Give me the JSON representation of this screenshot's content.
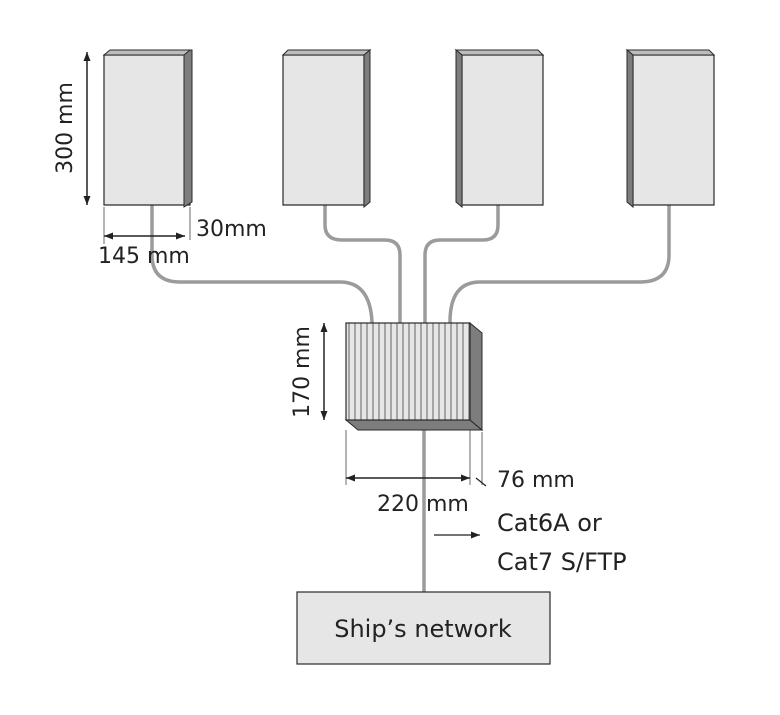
{
  "colors": {
    "panel_front": "#e6e6e6",
    "panel_side": "#7d7d7d",
    "panel_edge": "#2a2a2a",
    "cable": "#9b9b9b",
    "dimension_line": "#222222",
    "box_fill": "#e6e6e6"
  },
  "labels": {
    "antenna_height": "300 mm",
    "antenna_width": "145 mm",
    "antenna_depth": "30mm",
    "switch_height": "170 mm",
    "switch_width": "220 mm",
    "switch_depth": "76 mm",
    "cable_type_line1": "Cat6A or",
    "cable_type_line2": "Cat7 S/FTP",
    "network_box": "Ship’s network"
  },
  "antenna_count": 4
}
